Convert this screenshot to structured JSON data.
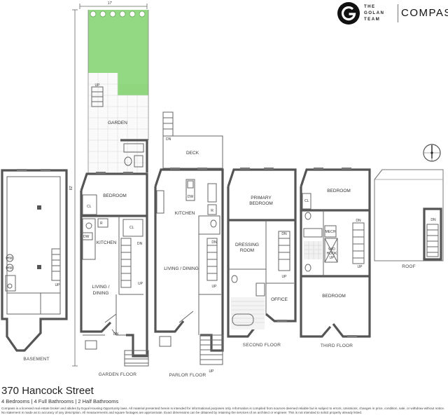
{
  "brand": {
    "team_line1": "THE",
    "team_line2": "GOLAN",
    "team_line3": "TEAM",
    "compass": "COMPASS"
  },
  "dimensions": {
    "width": "17'",
    "depth": "82'"
  },
  "floors": {
    "basement": "BASEMENT",
    "garden": "GARDEN FLOOR",
    "parlor": "PARLOR FLOOR",
    "second": "SECOND FLOOR",
    "third": "THIRD FLOOR",
    "roof": "ROOF"
  },
  "rooms": {
    "garden": "GARDEN",
    "deck": "DECK",
    "bedroom": "BEDROOM",
    "kitchen": "KITCHEN",
    "living_dining_l1": "LIVING /",
    "living_dining_l2": "DINING",
    "living_dining": "LIVING / DINING",
    "primary_l1": "PRIMARY",
    "primary_l2": "BEDROOM",
    "dressing_l1": "DRESSING",
    "dressing_l2": "ROOM",
    "office": "OFFICE",
    "wd_l1": "W/D",
    "wd_l2": "HOOK",
    "wd_l3": "UP"
  },
  "marks": {
    "up": "UP",
    "dn": "DN",
    "cl": "CL",
    "dw": "DW",
    "r": "R",
    "hw": "HW",
    "mech": "MECH"
  },
  "listing": {
    "address": "370 Hancock Street",
    "specs": "4 Bedrooms | 4 Full Bathrooms | 2 Half Bathrooms",
    "legal": "Compass is a licensed real estate broker and abides by Equal Housing Opportunity laws. All material presented herein is intended for informational purposes only. Information is compiled from sources deemed reliable but is subject to errors, omissions, changes in price, condition, sale, or withdraw without notice. No statement is made as to accuracy of any description. All measurements and square footages are approximate. Exact dimensions can be obtained by retaining the services of an architect or engineer. This is not intended to solicit property already listed."
  }
}
